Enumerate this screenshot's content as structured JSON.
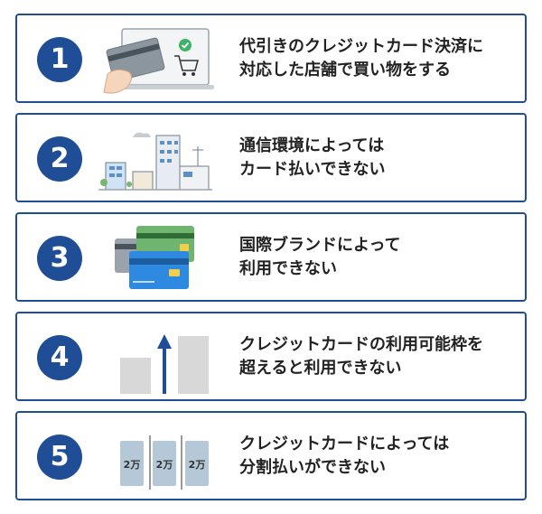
{
  "items": [
    {
      "number": "1",
      "line1": "代引きのクレジットカード決済に",
      "line2": "対応した店舗で買い物をする",
      "illustration": "credit-card-payment-laptop"
    },
    {
      "number": "2",
      "line1": "通信環境によっては",
      "line2": "カード払いできない",
      "illustration": "town-buildings"
    },
    {
      "number": "3",
      "line1": "国際ブランドによって",
      "line2": "利用できない",
      "illustration": "stacked-credit-cards"
    },
    {
      "number": "4",
      "line1": "クレジットカードの利用可能枠を",
      "line2": "超えると利用できない",
      "illustration": "bar-chart-arrow-up"
    },
    {
      "number": "5",
      "line1": "クレジットカードによっては",
      "line2": "分割払いができない",
      "illustration": "installment-blocks"
    }
  ],
  "installment_label": "2万",
  "colors": {
    "border": "#1f4e96",
    "circle": "#1f4e96",
    "text": "#222222"
  }
}
